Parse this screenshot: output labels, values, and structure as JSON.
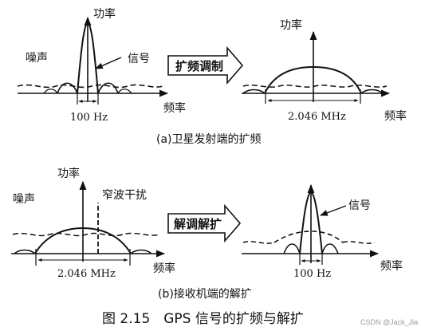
{
  "panel_a": {
    "caption": "(a)卫星发射端的扩频",
    "left": {
      "y_label": "功率",
      "noise_label": "噪声",
      "signal_label": "信号",
      "bandwidth_label": "100 Hz"
    },
    "arrow_label": "扩频调制",
    "right": {
      "y_label": "功率",
      "bandwidth_label": "2.046 MHz",
      "x_label": "频率"
    },
    "x_label_left": "频率"
  },
  "panel_b": {
    "caption": "(b)接收机端的解扩",
    "left": {
      "y_label": "功率",
      "noise_label": "噪声",
      "interference_label": "窄波干扰",
      "bandwidth_label": "2.046 MHz",
      "x_label": "频率"
    },
    "arrow_label": "解调解扩",
    "right": {
      "signal_label": "信号",
      "bandwidth_label": "100 Hz",
      "x_label": "频率"
    }
  },
  "figure_caption": "图 2.15　GPS 信号的扩频与解扩",
  "watermark": "CSDN @Jack_Jia"
}
